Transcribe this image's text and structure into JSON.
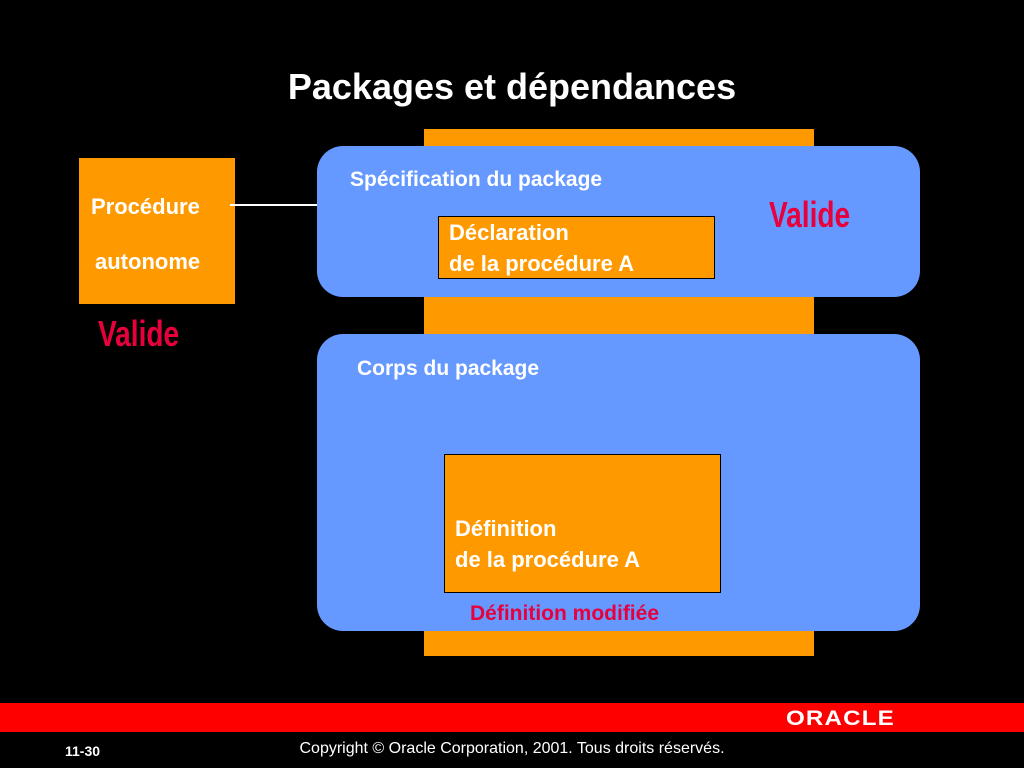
{
  "slide": {
    "title": "Packages et dépendances",
    "standalone": {
      "line1": "Procédure",
      "line2": "autonome",
      "status": "Valide"
    },
    "spec": {
      "label": "Spécification du package",
      "status": "Valide",
      "decl_line1": "Déclaration",
      "decl_line2": "de la procédure A"
    },
    "body": {
      "label": "Corps du package",
      "def_line1": "Définition",
      "def_line2": "de la procédure A",
      "note": "Définition modifiée"
    }
  },
  "footer": {
    "page": "11-30",
    "copyright": "Copyright © Oracle Corporation, 2001. Tous droits réservés.",
    "logo": "ORACLE"
  },
  "colors": {
    "background": "#000000",
    "orange": "#ff9900",
    "blue": "#6699ff",
    "valid_red": "#e8003c",
    "footer_bar": "#ff0000"
  }
}
